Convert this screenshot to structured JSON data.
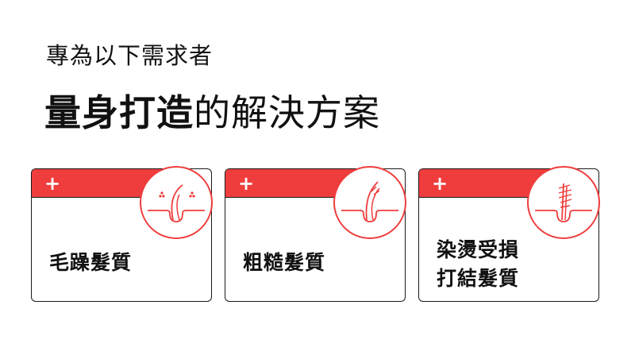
{
  "header": {
    "subtitle": "專為以下需求者",
    "headline_bold": "量身打造",
    "headline_normal": "的解決方案"
  },
  "cards": [
    {
      "plus": "+",
      "label": "毛躁髮質",
      "icon": "frizzy-hair-follicle-icon"
    },
    {
      "plus": "+",
      "label": "粗糙髮質",
      "icon": "rough-hair-follicle-icon"
    },
    {
      "plus": "+",
      "label": "染燙受損\n打結髮質",
      "icon": "damaged-hair-follicle-icon"
    }
  ],
  "colors": {
    "accent": "#ef3d3d",
    "text": "#111111",
    "border": "#1a1a1a"
  }
}
